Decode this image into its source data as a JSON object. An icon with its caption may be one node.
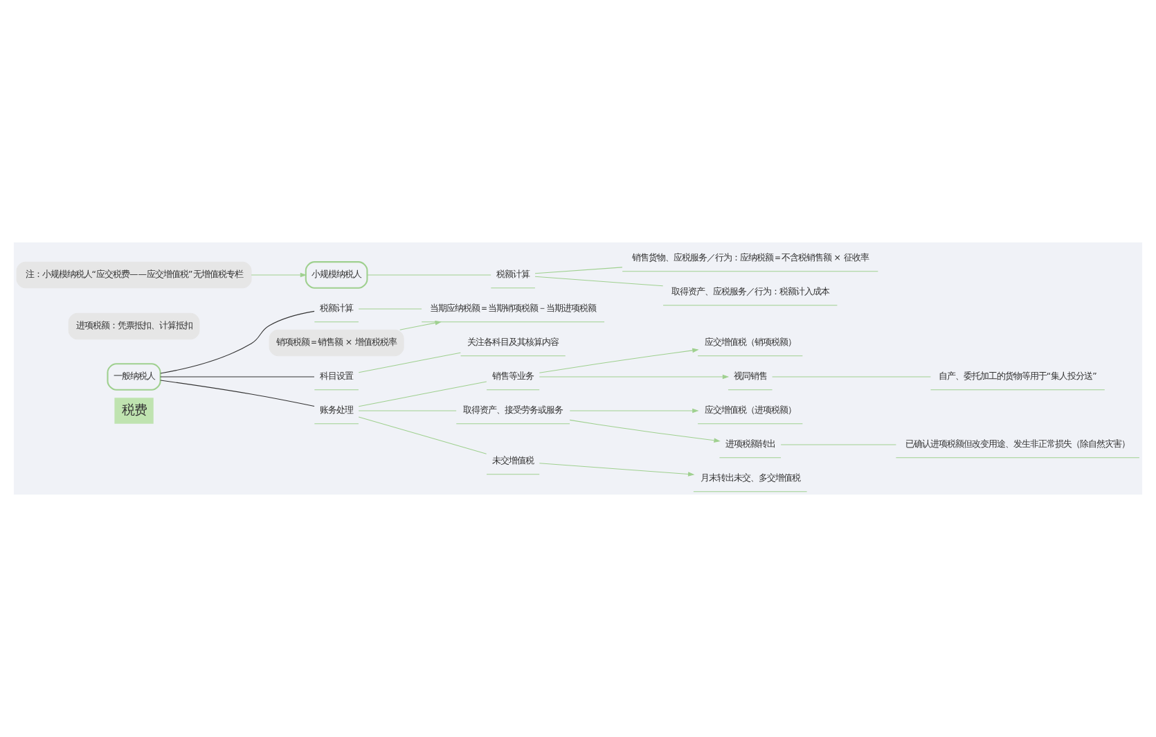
{
  "diagram": {
    "nodes": [
      {
        "text": [
          "一般纳税人"
        ]
      },
      {
        "text": [
          "税额计算"
        ]
      },
      {
        "text": [
          "当期应纳税额＝当期销项税额－当期进项税额"
        ]
      },
      {
        "text": [
          "销项税额＝销售额 × 增值税税率"
        ]
      },
      {
        "text": [
          "进项税额：凭票抵扣、计算抵扣"
        ]
      },
      {
        "text": [
          "科目设置"
        ]
      },
      {
        "text": [
          "关注各科目及其核算内容"
        ]
      },
      {
        "text": [
          "账务处理"
        ]
      },
      {
        "text": [
          "销售等业务"
        ]
      },
      {
        "text": [
          "应交增值税（销项税额）"
        ]
      },
      {
        "text": [
          "视同销售"
        ]
      },
      {
        "text": [
          "自产、委托加工的货物等用于“集人投分送”"
        ]
      },
      {
        "text": [
          "取得资产、接受劳务或服务"
        ]
      },
      {
        "text": [
          "应交增值税（进项税额）"
        ]
      },
      {
        "text": [
          "进项税额转出"
        ]
      },
      {
        "text": [
          "已确认进项税额但改变用途、发生非正常损失（除自然灾害）"
        ]
      },
      {
        "text": [
          "未交增值税"
        ]
      },
      {
        "text": [
          "月末转出未交、多交增值税"
        ]
      },
      {
        "text": [
          "小规模纳税人"
        ]
      },
      {
        "text": [
          "税额计算"
        ]
      },
      {
        "text": [
          "销售货物、应税服务／行为：应纳税额＝不含税销售额 × 征收率"
        ]
      },
      {
        "text": [
          "取得资产、应税服务／行为：税额计入成本"
        ]
      },
      {
        "text": [
          "注：小规模纳税人“应交税费——应交增值税”无增值税专栏"
        ]
      }
    ],
    "edges": [
      {
        "from": 0,
        "to": 1,
        "arrow": "none",
        "color": "#333333"
      },
      {
        "from": 0,
        "to": 5,
        "arrow": "none",
        "color": "#333333"
      },
      {
        "from": 0,
        "to": 7,
        "arrow": "none",
        "color": "#333333"
      },
      {
        "from": 1,
        "to": 2,
        "arrow": "none"
      },
      {
        "from": 3,
        "to": 2,
        "arrow": "to"
      },
      {
        "from": 5,
        "to": 6,
        "arrow": "none"
      },
      {
        "from": 7,
        "to": 8,
        "arrow": "none"
      },
      {
        "from": 7,
        "to": 12,
        "arrow": "none"
      },
      {
        "from": 7,
        "to": 16,
        "arrow": "none"
      },
      {
        "from": 8,
        "to": 9,
        "arrow": "to"
      },
      {
        "from": 8,
        "to": 10,
        "arrow": "to"
      },
      {
        "from": 10,
        "to": 11,
        "arrow": "none"
      },
      {
        "from": 12,
        "to": 13,
        "arrow": "to"
      },
      {
        "from": 12,
        "to": 14,
        "arrow": "to"
      },
      {
        "from": 14,
        "to": 15,
        "arrow": "none"
      },
      {
        "from": 16,
        "to": 17,
        "arrow": "to"
      },
      {
        "from": 18,
        "to": 19,
        "arrow": "none"
      },
      {
        "from": 19,
        "to": 20,
        "arrow": "none"
      },
      {
        "from": 19,
        "to": 21,
        "arrow": "none"
      },
      {
        "from": 22,
        "to": 18,
        "arrow": "to"
      }
    ],
    "labels": [
      "税费"
    ]
  }
}
